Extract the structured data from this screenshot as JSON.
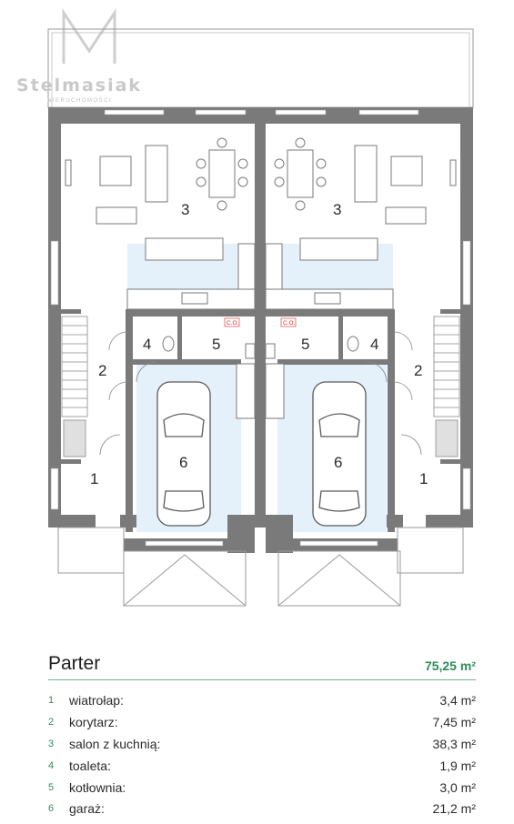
{
  "brand": {
    "name": "Stelmasiak",
    "sub": "NIERUCHOMOŚCI"
  },
  "plan": {
    "room_numbers": [
      "1",
      "2",
      "3",
      "4",
      "5",
      "6"
    ],
    "boiler_tag": "C.O."
  },
  "summary": {
    "title": "Parter",
    "total_value": "75,25",
    "total_unit": "m²"
  },
  "rooms": [
    {
      "num": "1",
      "name": "wiatrołap:",
      "area": "3,4 m²"
    },
    {
      "num": "2",
      "name": "korytarz:",
      "area": "7,45 m²"
    },
    {
      "num": "3",
      "name": "salon z kuchnią:",
      "area": "38,3 m²"
    },
    {
      "num": "4",
      "name": "toaleta:",
      "area": "1,9 m²"
    },
    {
      "num": "5",
      "name": "kotłownia:",
      "area": "3,0 m²"
    },
    {
      "num": "6",
      "name": "garaż:",
      "area": "21,2 m²"
    }
  ],
  "colors": {
    "wall": "#7a7a7a",
    "garage": "#e4f1fa",
    "accent": "#2e8b57"
  }
}
